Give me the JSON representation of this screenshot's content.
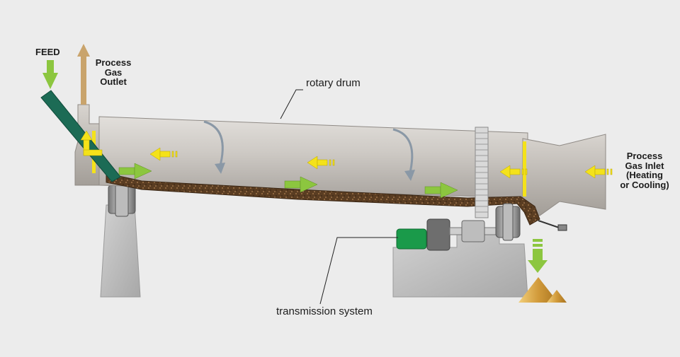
{
  "labels": {
    "feed": "FEED",
    "outlet_line1": "Process",
    "outlet_line2": "Gas",
    "outlet_line3": "Outlet",
    "drum": "rotary drum",
    "inlet_line1": "Process",
    "inlet_line2": "Gas Inlet",
    "inlet_line3": "(Heating",
    "inlet_line4": "or Cooling)",
    "transmission": "transmission system"
  },
  "colors": {
    "background": "#ececec",
    "drum": "#c9c5c0",
    "feed_chute": "#1c6b55",
    "material": "#6b4a2a",
    "green_arrow": "#8cc63f",
    "yellow_arrow": "#f4e21a",
    "motor": "#1a9a4a",
    "concrete": "#bfbfbf",
    "product": "#d9a54a"
  }
}
